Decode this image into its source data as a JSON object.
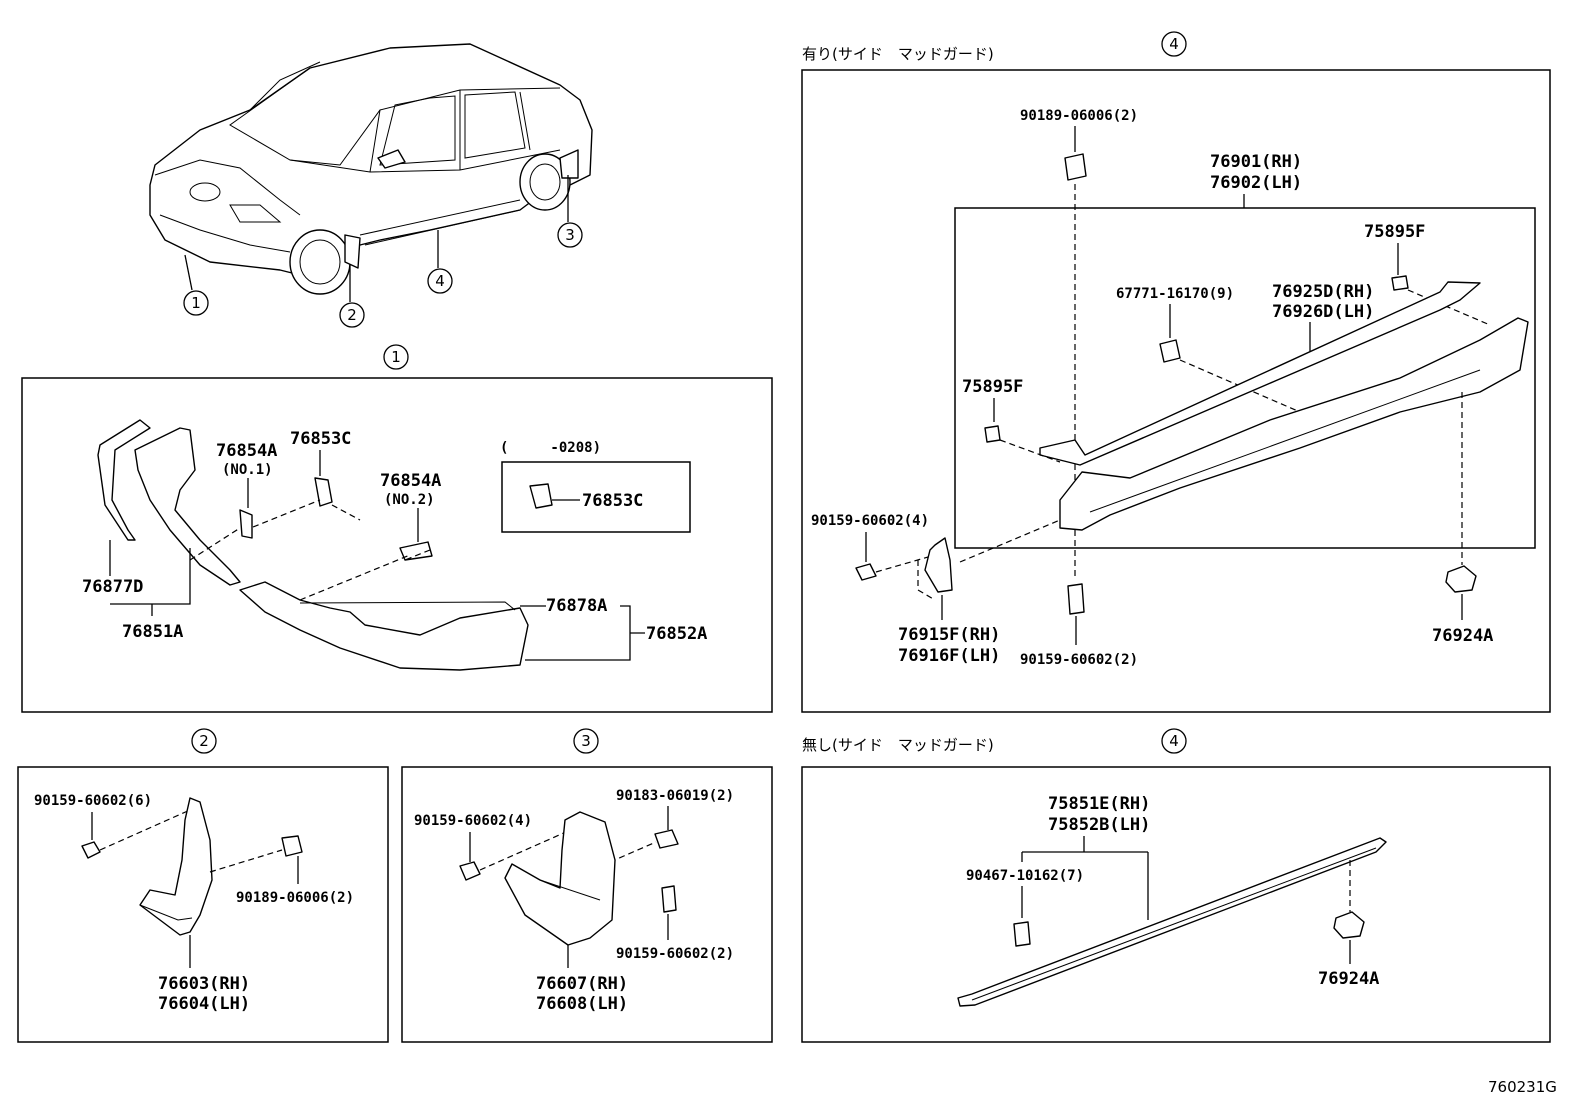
{
  "figure_id": "760231G",
  "section_headers": {
    "s1": "1",
    "s2": "2",
    "s3": "3",
    "s4a": "4",
    "s4b": "4",
    "s4a_label": "有り(サイド　マッドガード)",
    "s4b_label": "無し(サイド　マッドガード)"
  },
  "car_callouts": [
    "1",
    "2",
    "3",
    "4"
  ],
  "panel1": {
    "p76854A_1": "76854A",
    "p76854A_1_note": "(NO.1)",
    "p76853C": "76853C",
    "p76854A_2": "76854A",
    "p76854A_2_note": "(NO.2)",
    "inset_range": "(　　　-0208)",
    "inset_part": "76853C",
    "p76877D": "76877D",
    "p76851A": "76851A",
    "p76878A": "76878A",
    "p76852A": "76852A"
  },
  "panel2": {
    "bolt": "90159-60602(6)",
    "clip": "90189-06006(2)",
    "rh": "76603(RH)",
    "lh": "76604(LH)"
  },
  "panel3": {
    "bolt": "90159-60602(4)",
    "nut": "90183-06019(2)",
    "bolt2": "90159-60602(2)",
    "rh": "76607(RH)",
    "lh": "76608(LH)"
  },
  "panel4a": {
    "clip_top": "90189-06006(2)",
    "rh": "76901(RH)",
    "lh": "76902(LH)",
    "p75895F_top": "75895F",
    "clip_mid": "67771-16170(9)",
    "strip_rh": "76925D(RH)",
    "strip_lh": "76926D(LH)",
    "p75895F_left": "75895F",
    "bolt_left": "90159-60602(4)",
    "guard_rh": "76915F(RH)",
    "guard_lh": "76916F(LH)",
    "bolt_bottom": "90159-60602(2)",
    "nut": "76924A"
  },
  "panel4b": {
    "rh": "75851E(RH)",
    "lh": "75852B(LH)",
    "clip": "90467-10162(7)",
    "nut": "76924A"
  }
}
